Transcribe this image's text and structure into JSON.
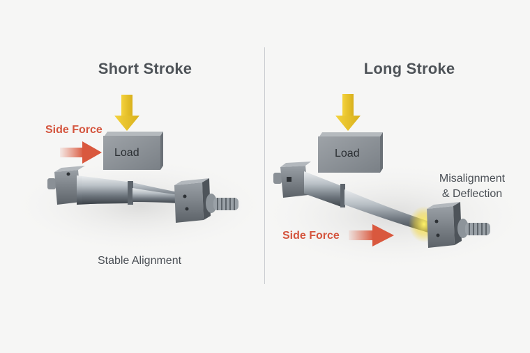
{
  "left": {
    "title": "Short Stroke",
    "side_force": "Side Force",
    "load": "Load",
    "caption": "Stable Alignment"
  },
  "right": {
    "title": "Long Stroke",
    "side_force": "Side Force",
    "load": "Load",
    "caption_line1": "Misalignment",
    "caption_line2": "& Deflection"
  },
  "colors": {
    "load_arrow": "#e8c42a",
    "side_force_arrow": "#d9583e",
    "highlight_glow": "#f5e23a"
  },
  "icons": [
    "down-arrow-icon",
    "side-force-arrow-icon",
    "load-block",
    "actuator-rod"
  ]
}
